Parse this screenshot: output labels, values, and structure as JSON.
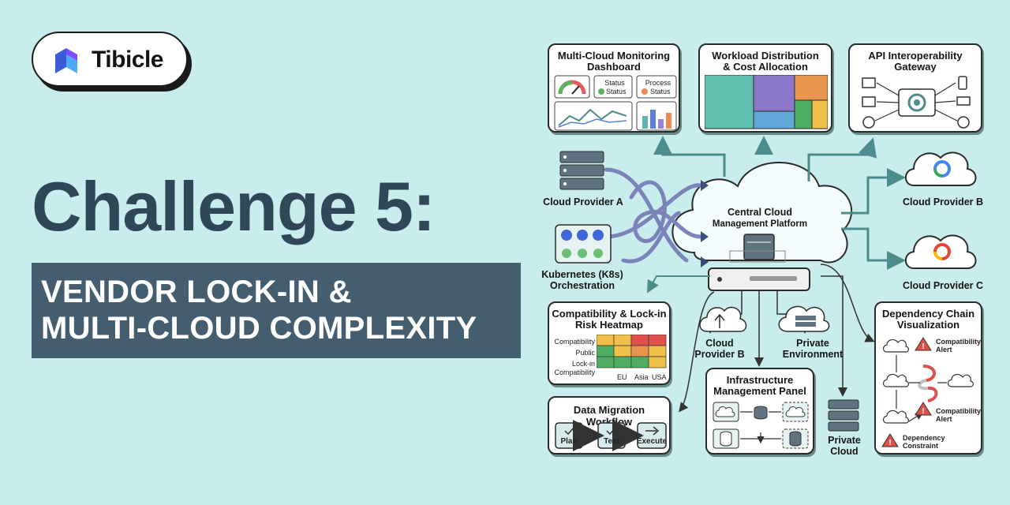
{
  "brand": {
    "name": "Tibicle"
  },
  "headline": "Challenge 5:",
  "subheadline": [
    "VENDOR LOCK-IN &",
    "MULTI-CLOUD COMPLEXITY"
  ],
  "colors": {
    "background": "#c9ecec",
    "headline": "#2f4759",
    "subbox": "#445e70",
    "arrow": "#4c8c8c"
  },
  "panels": {
    "monitoring": {
      "title": [
        "Multi-Cloud Monitoring",
        "Dashboard"
      ],
      "status1": [
        "Status",
        "Status"
      ],
      "status2": [
        "Process",
        "Status"
      ]
    },
    "workload": {
      "title": [
        "Workload Distribution",
        "& Cost Allocation"
      ]
    },
    "api": {
      "title": [
        "API Interoperability",
        "Gateway"
      ]
    },
    "heatmap": {
      "title": [
        "Compatibility & Lock-in",
        "Risk Heatmap"
      ],
      "rows": [
        "Compatibility",
        "Public",
        "Lock-in",
        "Compatibility"
      ],
      "cols": [
        "EU",
        "Asia",
        "USA"
      ]
    },
    "migration": {
      "title": "Data Migration Workflow",
      "steps": [
        "Plan",
        "Test",
        "Execute"
      ]
    },
    "infra": {
      "title": [
        "Infrastructure",
        "Management Panel"
      ]
    },
    "dependency": {
      "title": [
        "Dependency Chain",
        "Visualization"
      ],
      "alerts": [
        [
          "Compatibility",
          "Alert"
        ],
        [
          "Compatibility",
          "Alert"
        ],
        [
          "Dependency",
          "Constraint"
        ]
      ]
    }
  },
  "nodes": {
    "provider_a": "Cloud Provider A",
    "k8s": [
      "Kubernetes (K8s)",
      "Orchestration"
    ],
    "central": [
      "Central Cloud",
      "Management Platform"
    ],
    "provider_b_right": "Cloud Provider B",
    "provider_c": "Cloud Provider C",
    "provider_b_bottom": [
      "Cloud",
      "Provider B"
    ],
    "private_env": [
      "Private",
      "Environment"
    ],
    "private_cloud": [
      "Private",
      "Cloud"
    ]
  }
}
